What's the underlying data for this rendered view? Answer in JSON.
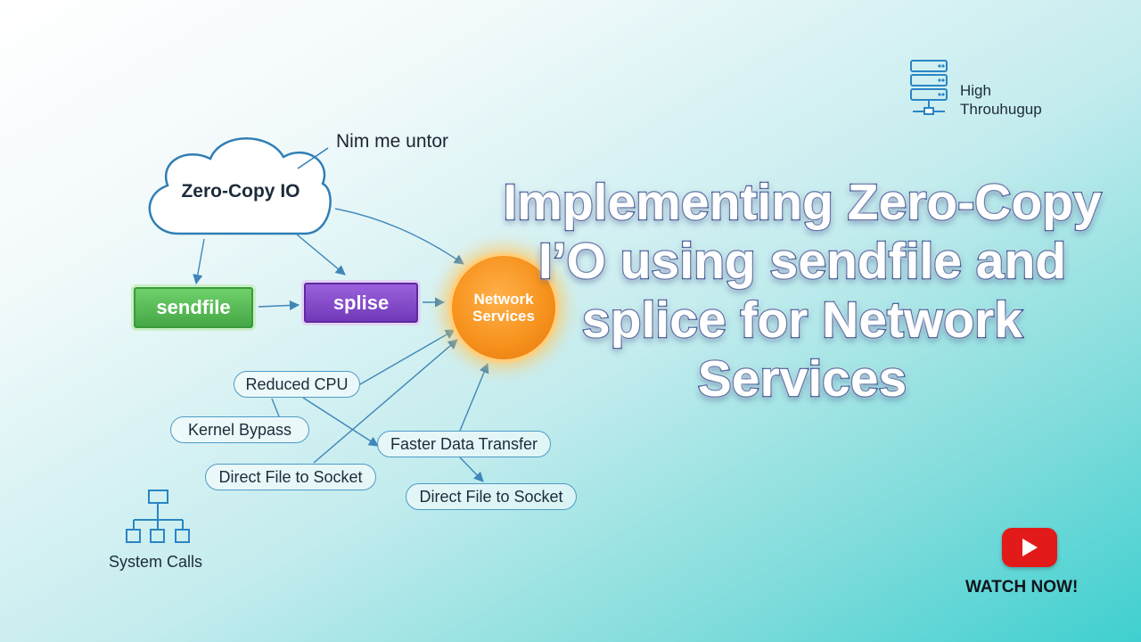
{
  "cloud": {
    "label": "Zero-Copy IO"
  },
  "callout": {
    "text": "Nim me untor"
  },
  "boxes": {
    "sendfile": "sendfile",
    "splise": "splise"
  },
  "network": {
    "line1": "Network",
    "line2": "Services"
  },
  "benefits": [
    "Reduced CPU",
    "Kernel Bypass",
    "Faster Data Transfer",
    "Direct File to Socket",
    "Direct File to Socket"
  ],
  "system_calls": {
    "label": "System Calls",
    "icon": "hierarchy-icon"
  },
  "throughput": {
    "line1": "High",
    "line2": "Throuhugup",
    "icon": "server-rack-icon"
  },
  "title": {
    "lines": [
      "Implementing Zero-Copy",
      "I’O using sendfile and",
      "splice for Network",
      "Services"
    ]
  },
  "cta": {
    "label": "WATCH NOW!",
    "icon": "play-icon"
  },
  "colors": {
    "accent_blue": "#4d9ac7",
    "sendfile_green": "#4caf50",
    "splise_purple": "#7b3fc4",
    "network_orange": "#f7931e",
    "title_stroke": "#1a3a82",
    "youtube_red": "#e21a1a"
  }
}
